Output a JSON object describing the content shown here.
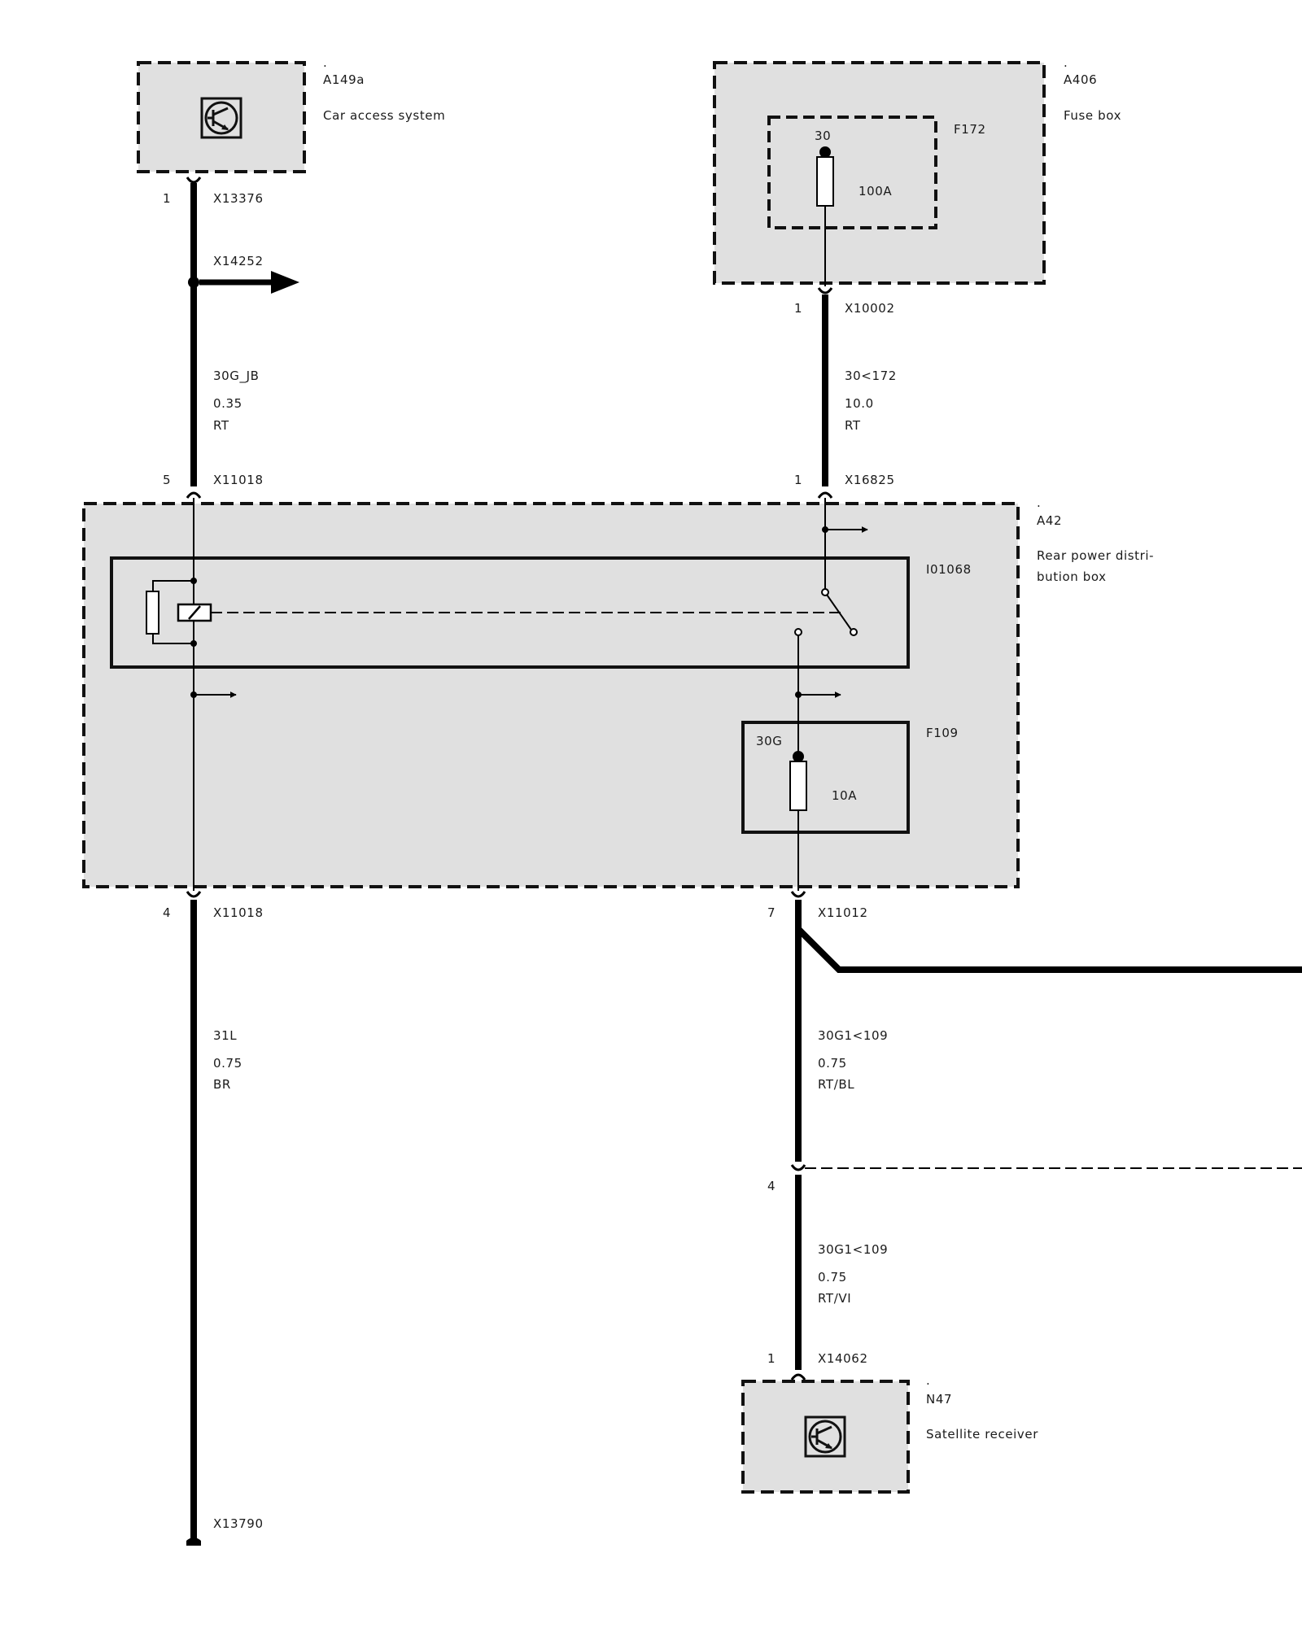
{
  "modules": {
    "a149a": {
      "dot": ".",
      "id": "A149a",
      "name": "Car access system"
    },
    "a406": {
      "dot": ".",
      "id": "A406",
      "name": "Fuse box"
    },
    "a42": {
      "dot": ".",
      "id": "A42",
      "name_line1": "Rear power distri-",
      "name_line2": "bution box"
    },
    "n47": {
      "dot": ".",
      "id": "N47",
      "name": "Satellite receiver"
    }
  },
  "fuses": {
    "f172": {
      "id": "F172",
      "terminal": "30",
      "rating": "100A"
    },
    "f109": {
      "id": "F109",
      "terminal": "30G",
      "rating": "10A"
    }
  },
  "relay": {
    "id": "I01068"
  },
  "connectors": {
    "x13376": {
      "pin": "1",
      "id": "X13376"
    },
    "x14252": {
      "id": "X14252"
    },
    "x10002": {
      "pin": "1",
      "id": "X10002"
    },
    "x11018_top": {
      "pin": "5",
      "id": "X11018"
    },
    "x16825": {
      "pin": "1",
      "id": "X16825"
    },
    "x11018_bottom": {
      "pin": "4",
      "id": "X11018"
    },
    "x11012": {
      "pin": "7",
      "id": "X11012"
    },
    "splice": {
      "pin": "4"
    },
    "x14062": {
      "pin": "1",
      "id": "X14062"
    },
    "x13790": {
      "id": "X13790"
    }
  },
  "wires": {
    "w_30g_jb": {
      "signal": "30G_JB",
      "gauge": "0.35",
      "color": "RT"
    },
    "w_30_172": {
      "signal": "30<172",
      "gauge": "10.0",
      "color": "RT"
    },
    "w_31l": {
      "signal": "31L",
      "gauge": "0.75",
      "color": "BR"
    },
    "w_30g1_a": {
      "signal": "30G1<109",
      "gauge": "0.75",
      "color": "RT/BL"
    },
    "w_30g1_b": {
      "signal": "30G1<109",
      "gauge": "0.75",
      "color": "RT/VI"
    }
  }
}
